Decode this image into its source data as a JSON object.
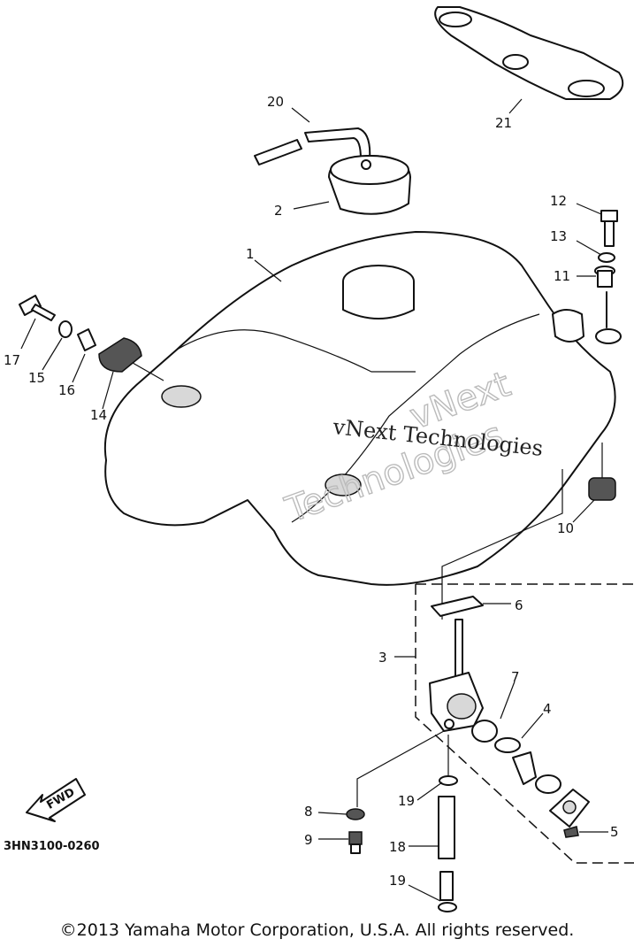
{
  "labels": {
    "p1": "1",
    "p2": "2",
    "p3": "3",
    "p4": "4",
    "p5": "5",
    "p6": "6",
    "p7": "7",
    "p8": "8",
    "p9": "9",
    "p10": "10",
    "p11": "11",
    "p12": "12",
    "p13": "13",
    "p14": "14",
    "p15": "15",
    "p16": "16",
    "p17": "17",
    "p18": "18",
    "p19a": "19",
    "p19b": "19",
    "p20": "20",
    "p21": "21"
  },
  "fwd_label": "FWD",
  "diagram_code": "3HN3100-0260",
  "watermark": {
    "line1": "vNext Technologies",
    "outline_a": "vNext",
    "outline_b": "Technologies"
  },
  "copyright": "©2013 Yamaha Motor Corporation, U.S.A. All rights reserved."
}
